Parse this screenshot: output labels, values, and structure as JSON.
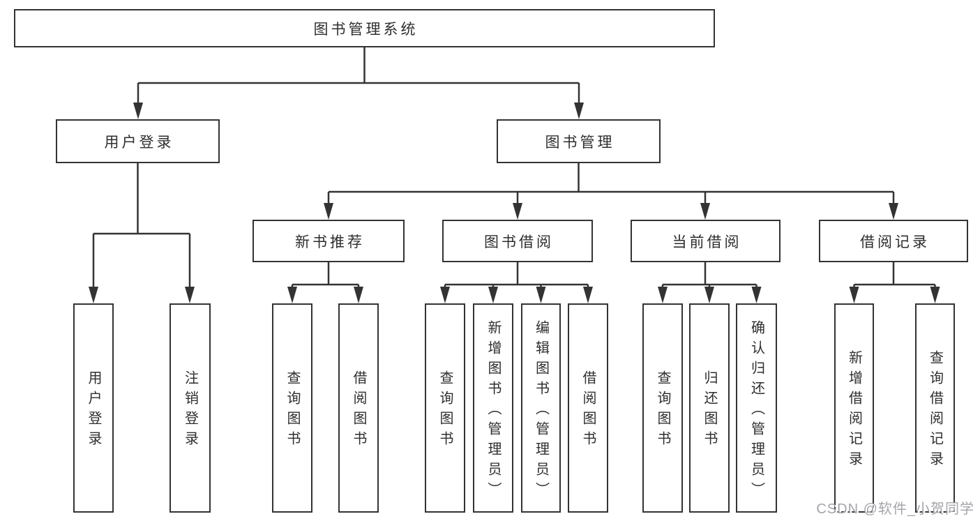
{
  "diagram_title": "图书管理系统",
  "watermark": "CSDN @软件_小贺同学",
  "colors": {
    "line": "#333333",
    "box_border": "#333333",
    "text": "#2e2e2e",
    "watermark_text": "#a4a4ab",
    "background": "#ffffff"
  },
  "tree": {
    "root": {
      "label": "图书管理系统"
    },
    "branches": [
      {
        "label": "用户登录",
        "children": [
          {
            "label": "用户登录"
          },
          {
            "label": "注销登录"
          }
        ]
      },
      {
        "label": "图书管理",
        "children": [
          {
            "label": "新书推荐",
            "children": [
              {
                "label": "查询图书"
              },
              {
                "label": "借阅图书"
              }
            ]
          },
          {
            "label": "图书借阅",
            "children": [
              {
                "label": "查询图书"
              },
              {
                "label": "新增图书（管理员）"
              },
              {
                "label": "编辑图书（管理员）"
              },
              {
                "label": "借阅图书"
              }
            ]
          },
          {
            "label": "当前借阅",
            "children": [
              {
                "label": "查询图书"
              },
              {
                "label": "归还图书"
              },
              {
                "label": "确认归还（管理员）"
              }
            ]
          },
          {
            "label": "借阅记录",
            "children": [
              {
                "label": "新增借阅记录"
              },
              {
                "label": "查询借阅记录"
              }
            ]
          }
        ]
      }
    ]
  }
}
